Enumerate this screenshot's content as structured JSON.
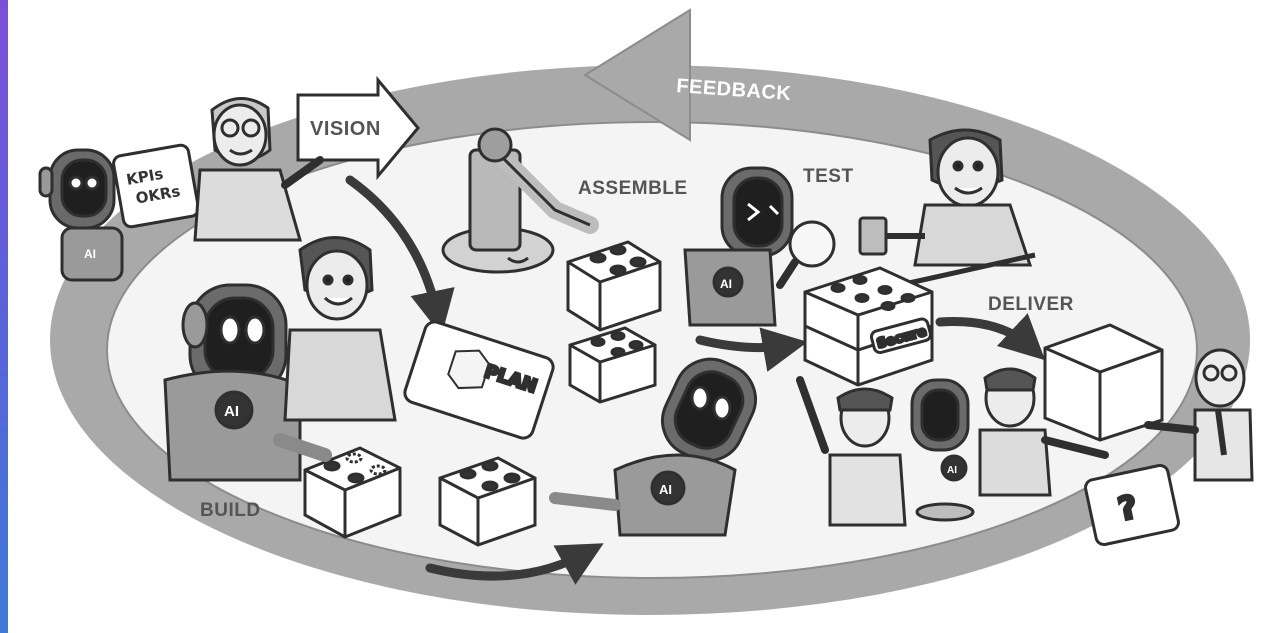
{
  "stages": {
    "feedback": "FEEDBACK",
    "vision": "VISION",
    "assemble": "ASSEMBLE",
    "test": "TEST",
    "deliver": "DELIVER",
    "build": "BUILD"
  },
  "tablet_texts": {
    "kpis": "KPIs",
    "okrs": "OKRs",
    "plan": "PLAN",
    "question": "?"
  },
  "badges": {
    "ai": "AI",
    "secure": "Secure"
  },
  "colors": {
    "accent_gradient_top": "#7b4fd6",
    "accent_gradient_bottom": "#3f7ad6",
    "loop_arrow": "#9e9e9e",
    "flow_arrow": "#3a3a3a"
  }
}
